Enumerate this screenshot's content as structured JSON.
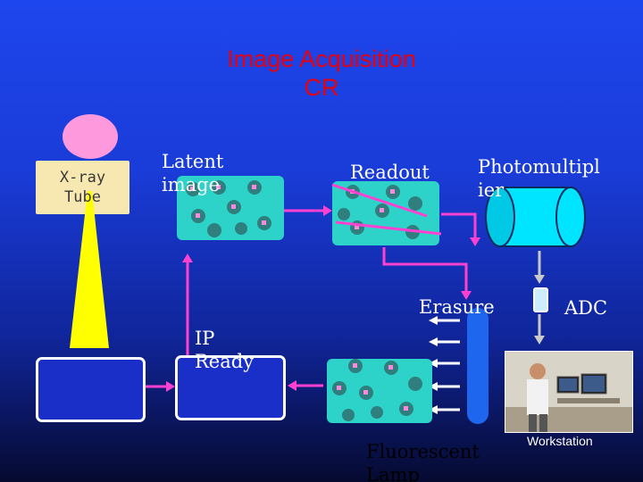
{
  "title_line1": "Image Acquisition",
  "title_line2": "CR",
  "labels": {
    "xray_tube_line1": "X-ray",
    "xray_tube_line2": "Tube",
    "latent_line1": "Latent",
    "latent_line2": "image",
    "readout": "Readout",
    "photomultiplier_line1": "Photomultipl",
    "photomultiplier_line2": "ier",
    "erasure": "Erasure",
    "adc": "ADC",
    "ip_ready_line1": "IP",
    "ip_ready_line2": "Ready",
    "fluorescent_line1": "Fluorescent",
    "fluorescent_line2": "Lamp",
    "workstation": "Workstation"
  },
  "colors": {
    "title": "#e8000a",
    "arrow": "#ff40d0",
    "plate": "#2dd3c8",
    "beam": "#ffff00",
    "tube_head": "#ff99dd"
  }
}
